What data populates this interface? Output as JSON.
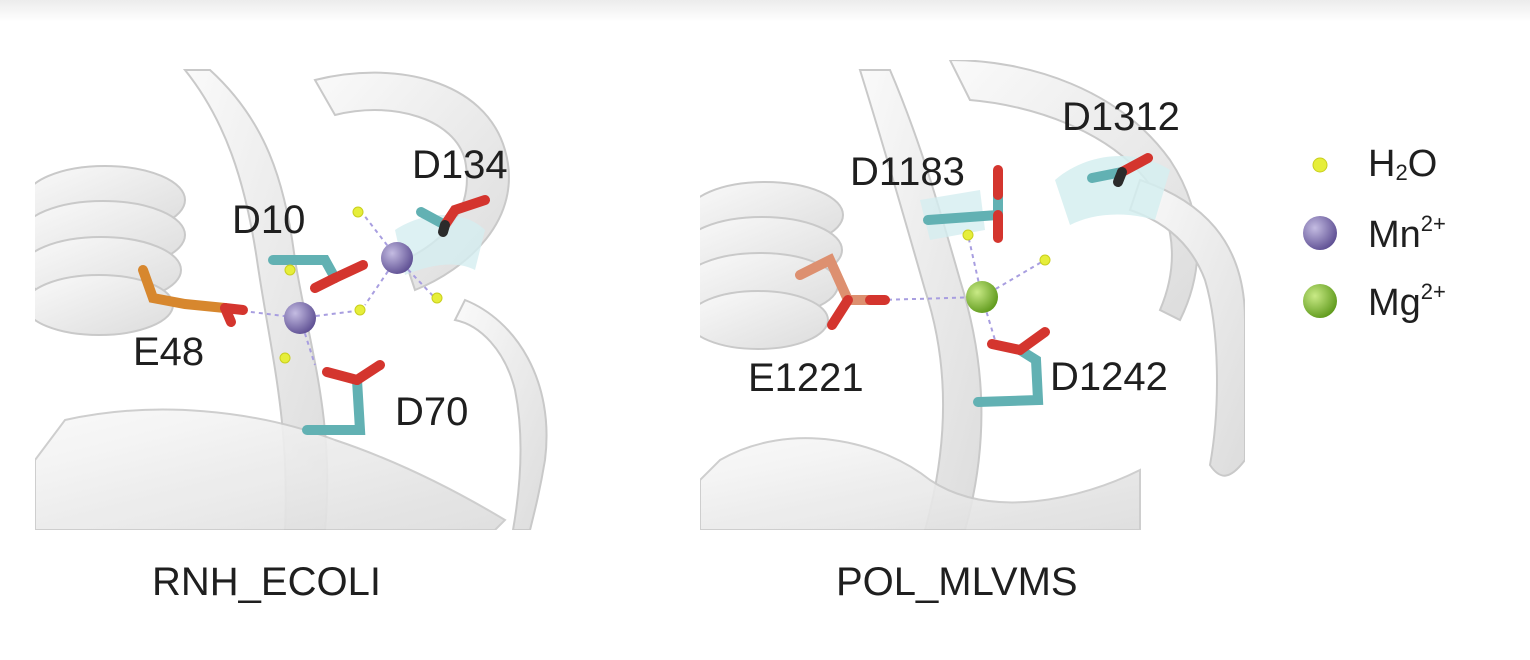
{
  "panels": {
    "left": {
      "caption": "RNH_ECOLI",
      "residues": {
        "d10": "D10",
        "d134": "D134",
        "e48": "E48",
        "d70": "D70"
      }
    },
    "right": {
      "caption": "POL_MLVMS",
      "residues": {
        "d1183": "D1183",
        "d1312": "D1312",
        "e1221": "E1221",
        "d1242": "D1242"
      }
    }
  },
  "legend": {
    "water": {
      "base": "H",
      "sub": "2",
      "tail": "O",
      "color": "#e6ee3a"
    },
    "manganese": {
      "base": "Mn",
      "sup": "2+",
      "color": "#7e6fb0"
    },
    "magnesium": {
      "base": "Mg",
      "sup": "2+",
      "color": "#86bd32"
    }
  },
  "colors": {
    "ribbon": "#f1f1f1",
    "aspartate": "#62b1b3",
    "glutamate_left": "#d7872e",
    "glutamate_right": "#dd9070",
    "oxygen": "#d4352e"
  }
}
